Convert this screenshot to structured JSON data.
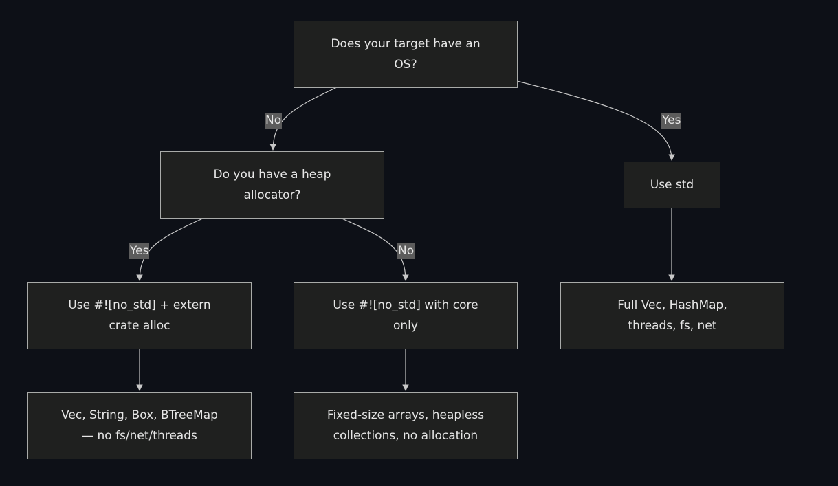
{
  "nodes": {
    "os": {
      "lines": [
        "Does your target have an",
        "OS?"
      ]
    },
    "heap": {
      "lines": [
        "Do you have a heap",
        "allocator?"
      ]
    },
    "use_std": {
      "lines": [
        "Use std"
      ]
    },
    "alloc": {
      "lines": [
        "Use #![no_std] + extern",
        "crate alloc"
      ]
    },
    "core": {
      "lines": [
        "Use #![no_std] with core",
        "only"
      ]
    },
    "full": {
      "lines": [
        "Full Vec, HashMap,",
        "threads, fs, net"
      ]
    },
    "alloc_result": {
      "lines": [
        "Vec, String, Box, BTreeMap",
        "— no fs/net/threads"
      ]
    },
    "core_result": {
      "lines": [
        "Fixed-size arrays, heapless",
        "collections, no allocation"
      ]
    }
  },
  "edges": {
    "os_no": "No",
    "os_yes": "Yes",
    "heap_yes": "Yes",
    "heap_no": "No"
  },
  "colors": {
    "background": "#0d1017",
    "node_fill": "#1f201f",
    "node_border": "#a9aba9",
    "edge": "#c8c8c8",
    "label_bg": "#5c5c5c",
    "text": "#e6e6e6"
  }
}
